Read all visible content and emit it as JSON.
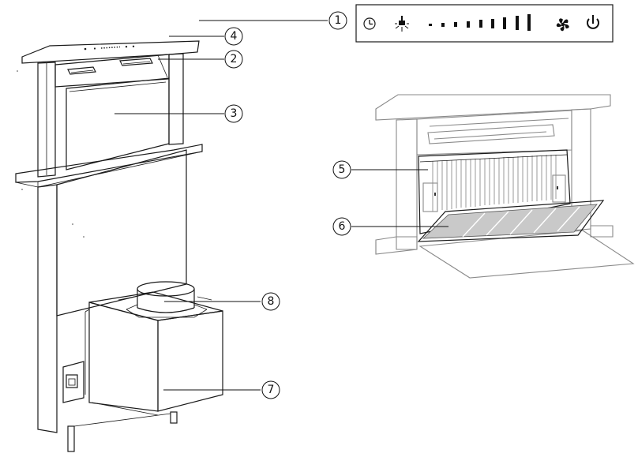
{
  "callouts": [
    {
      "id": "1",
      "label": "1"
    },
    {
      "id": "2",
      "label": "2"
    },
    {
      "id": "3",
      "label": "3"
    },
    {
      "id": "4",
      "label": "4"
    },
    {
      "id": "5",
      "label": "5"
    },
    {
      "id": "6",
      "label": "6"
    },
    {
      "id": "7",
      "label": "7"
    },
    {
      "id": "8",
      "label": "8"
    }
  ],
  "control_panel": {
    "icons": [
      "timer-icon",
      "light-icon",
      "speed-level-1",
      "speed-level-2",
      "speed-level-3",
      "speed-level-4",
      "speed-level-5",
      "speed-level-6",
      "speed-level-7",
      "speed-level-8",
      "speed-level-9",
      "fan-icon",
      "power-icon"
    ]
  }
}
